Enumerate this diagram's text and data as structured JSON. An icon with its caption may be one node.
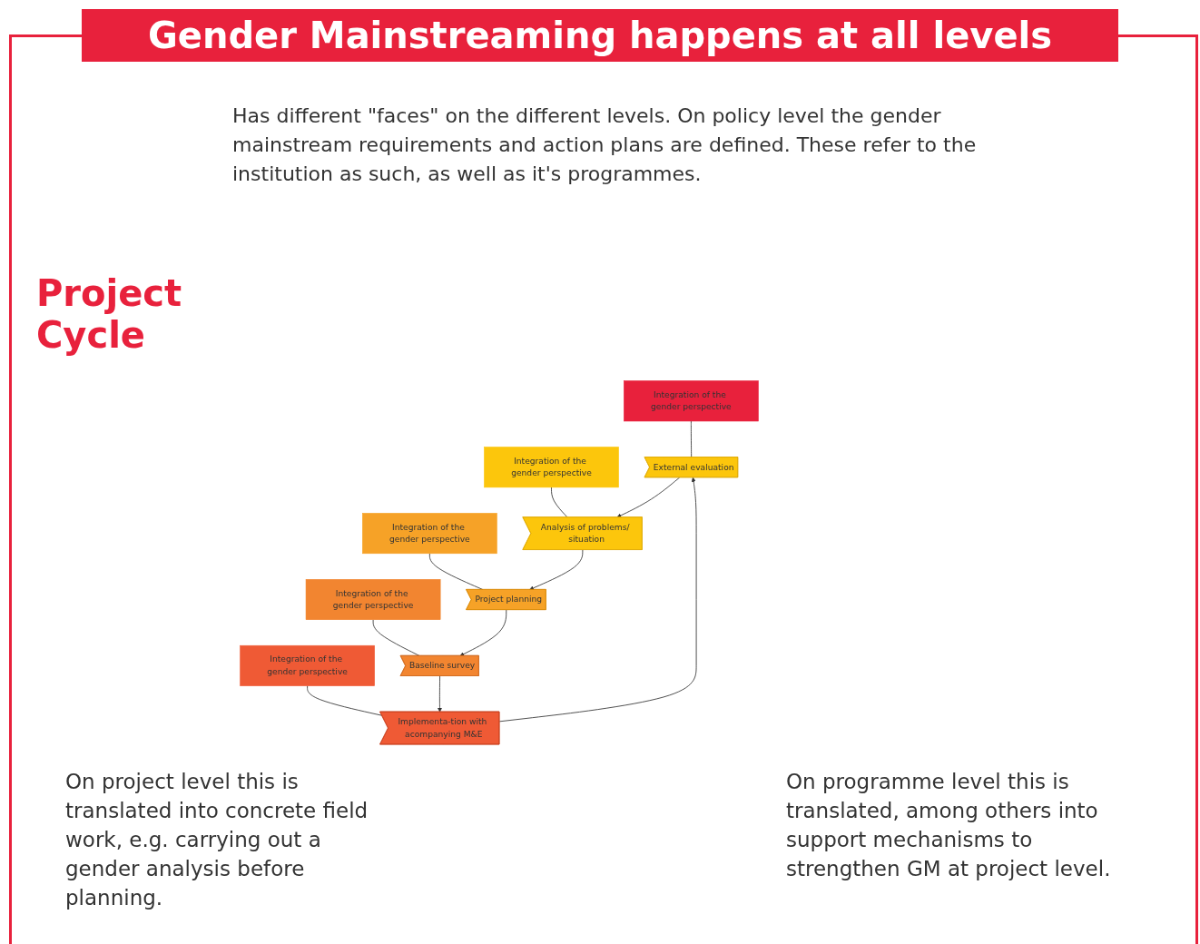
{
  "diagram": {
    "title": "Gender Mainstreaming happens at all levels",
    "nodes": [
      {
        "text": [
          "Integration of the gender perspective"
        ]
      },
      {
        "text": [
          "Integration of the gender perspective"
        ]
      },
      {
        "text": [
          "External evaluation"
        ]
      },
      {
        "text": [
          "Analysis of problems/ situation"
        ]
      },
      {
        "text": [
          "Integration of the gender perspective"
        ]
      },
      {
        "text": [
          "Implementa-tion with acompanying M&E"
        ]
      },
      {
        "text": [
          "Integration of the gender perspective"
        ]
      },
      {
        "text": [
          "Project planning"
        ]
      },
      {
        "text": [
          "Baseline survey"
        ]
      },
      {
        "text": [
          "Integration of the gender perspective"
        ]
      }
    ],
    "edges": [
      {
        "from": 0,
        "to": 2,
        "arrow": "none"
      },
      {
        "from": 1,
        "to": 3,
        "arrow": "none"
      },
      {
        "from": 4,
        "to": 5,
        "arrow": "none"
      },
      {
        "from": 6,
        "to": 7,
        "arrow": "none"
      },
      {
        "from": 9,
        "to": 8,
        "arrow": "none"
      },
      {
        "from": 2,
        "to": 3,
        "arrow": "to"
      },
      {
        "from": 3,
        "to": 7,
        "arrow": "to"
      },
      {
        "from": 7,
        "to": 8,
        "arrow": "to"
      },
      {
        "from": 8,
        "to": 5,
        "arrow": "to"
      },
      {
        "from": 5,
        "to": 2,
        "arrow": "to"
      }
    ],
    "labels": [
      "Has different \"faces\" on the different levels. On policy level the gender mainstream requirements and action plans are defined. These refer to the institution as such, as well as it's programmes.",
      "Project Cycle",
      "On project level this is translated into concrete field work, e.g. carrying out a gender analysis before planning.",
      "On programme level this is translated, among others into support mechanisms to strengthen GM at project level."
    ]
  }
}
